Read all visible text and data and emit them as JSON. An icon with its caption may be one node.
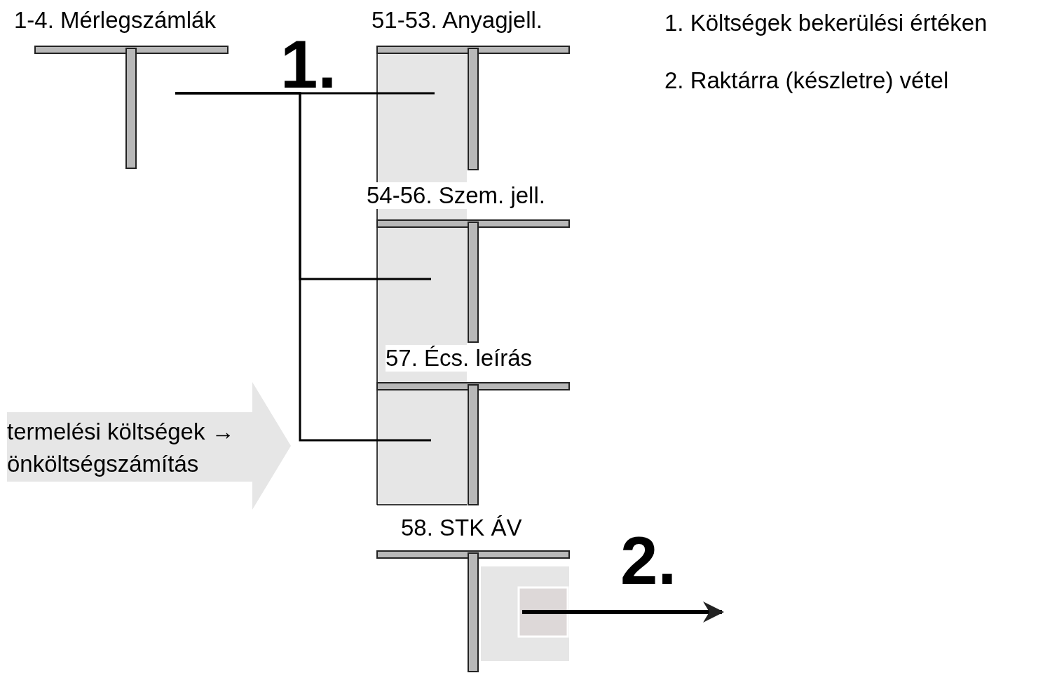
{
  "diagram": {
    "nodes": [
      {
        "text": [
          "1-4. Mérlegszámlák"
        ]
      },
      {
        "text": [
          "51-53. Anyagjell."
        ]
      },
      {
        "text": [
          "54-56. Szem. jell."
        ]
      },
      {
        "text": [
          "57. Écs. leírás"
        ]
      },
      {
        "text": [
          "58. STK ÁV"
        ]
      },
      {
        "text": [
          "termelési költségek → önköltségszámítás"
        ]
      }
    ],
    "edges": [
      {
        "from": 0,
        "to": 1,
        "arrow": "none",
        "label": "1."
      },
      {
        "from": 0,
        "to": 2,
        "arrow": "none"
      },
      {
        "from": 0,
        "to": 3,
        "arrow": "none"
      },
      {
        "from": 4,
        "to": null,
        "arrow": "to",
        "label": "2.",
        "style": "thick"
      }
    ],
    "labels": [
      "1. Költségek bekerülési értéken",
      "2. Raktárra (készletre) vétel"
    ]
  }
}
